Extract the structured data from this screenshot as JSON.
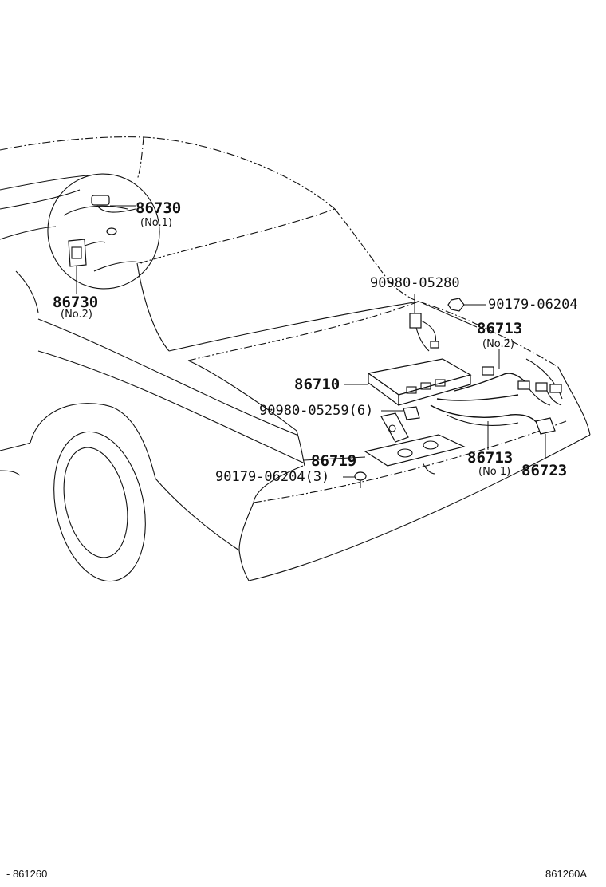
{
  "parts": [
    {
      "id": "p86730_1",
      "number": "86730",
      "sub": "(No.1)"
    },
    {
      "id": "p86730_2",
      "number": "86730",
      "sub": "(No.2)"
    },
    {
      "id": "p90980_05280",
      "number": "90980-05280",
      "sub": ""
    },
    {
      "id": "p90179_06204_a",
      "number": "90179-06204",
      "sub": ""
    },
    {
      "id": "p86713_2",
      "number": "86713",
      "sub": "(No.2)"
    },
    {
      "id": "p86710",
      "number": "86710",
      "sub": ""
    },
    {
      "id": "p90980_05259",
      "number": "90980-05259(6)",
      "sub": ""
    },
    {
      "id": "p86719",
      "number": "86719",
      "sub": ""
    },
    {
      "id": "p86713_1",
      "number": "86713",
      "sub": "(No 1)"
    },
    {
      "id": "p86723",
      "number": "86723",
      "sub": ""
    },
    {
      "id": "p90179_06204_b",
      "number": "90179-06204(3)",
      "sub": ""
    }
  ],
  "footer": {
    "left_code": "- 861260",
    "right_code": "861260A"
  }
}
